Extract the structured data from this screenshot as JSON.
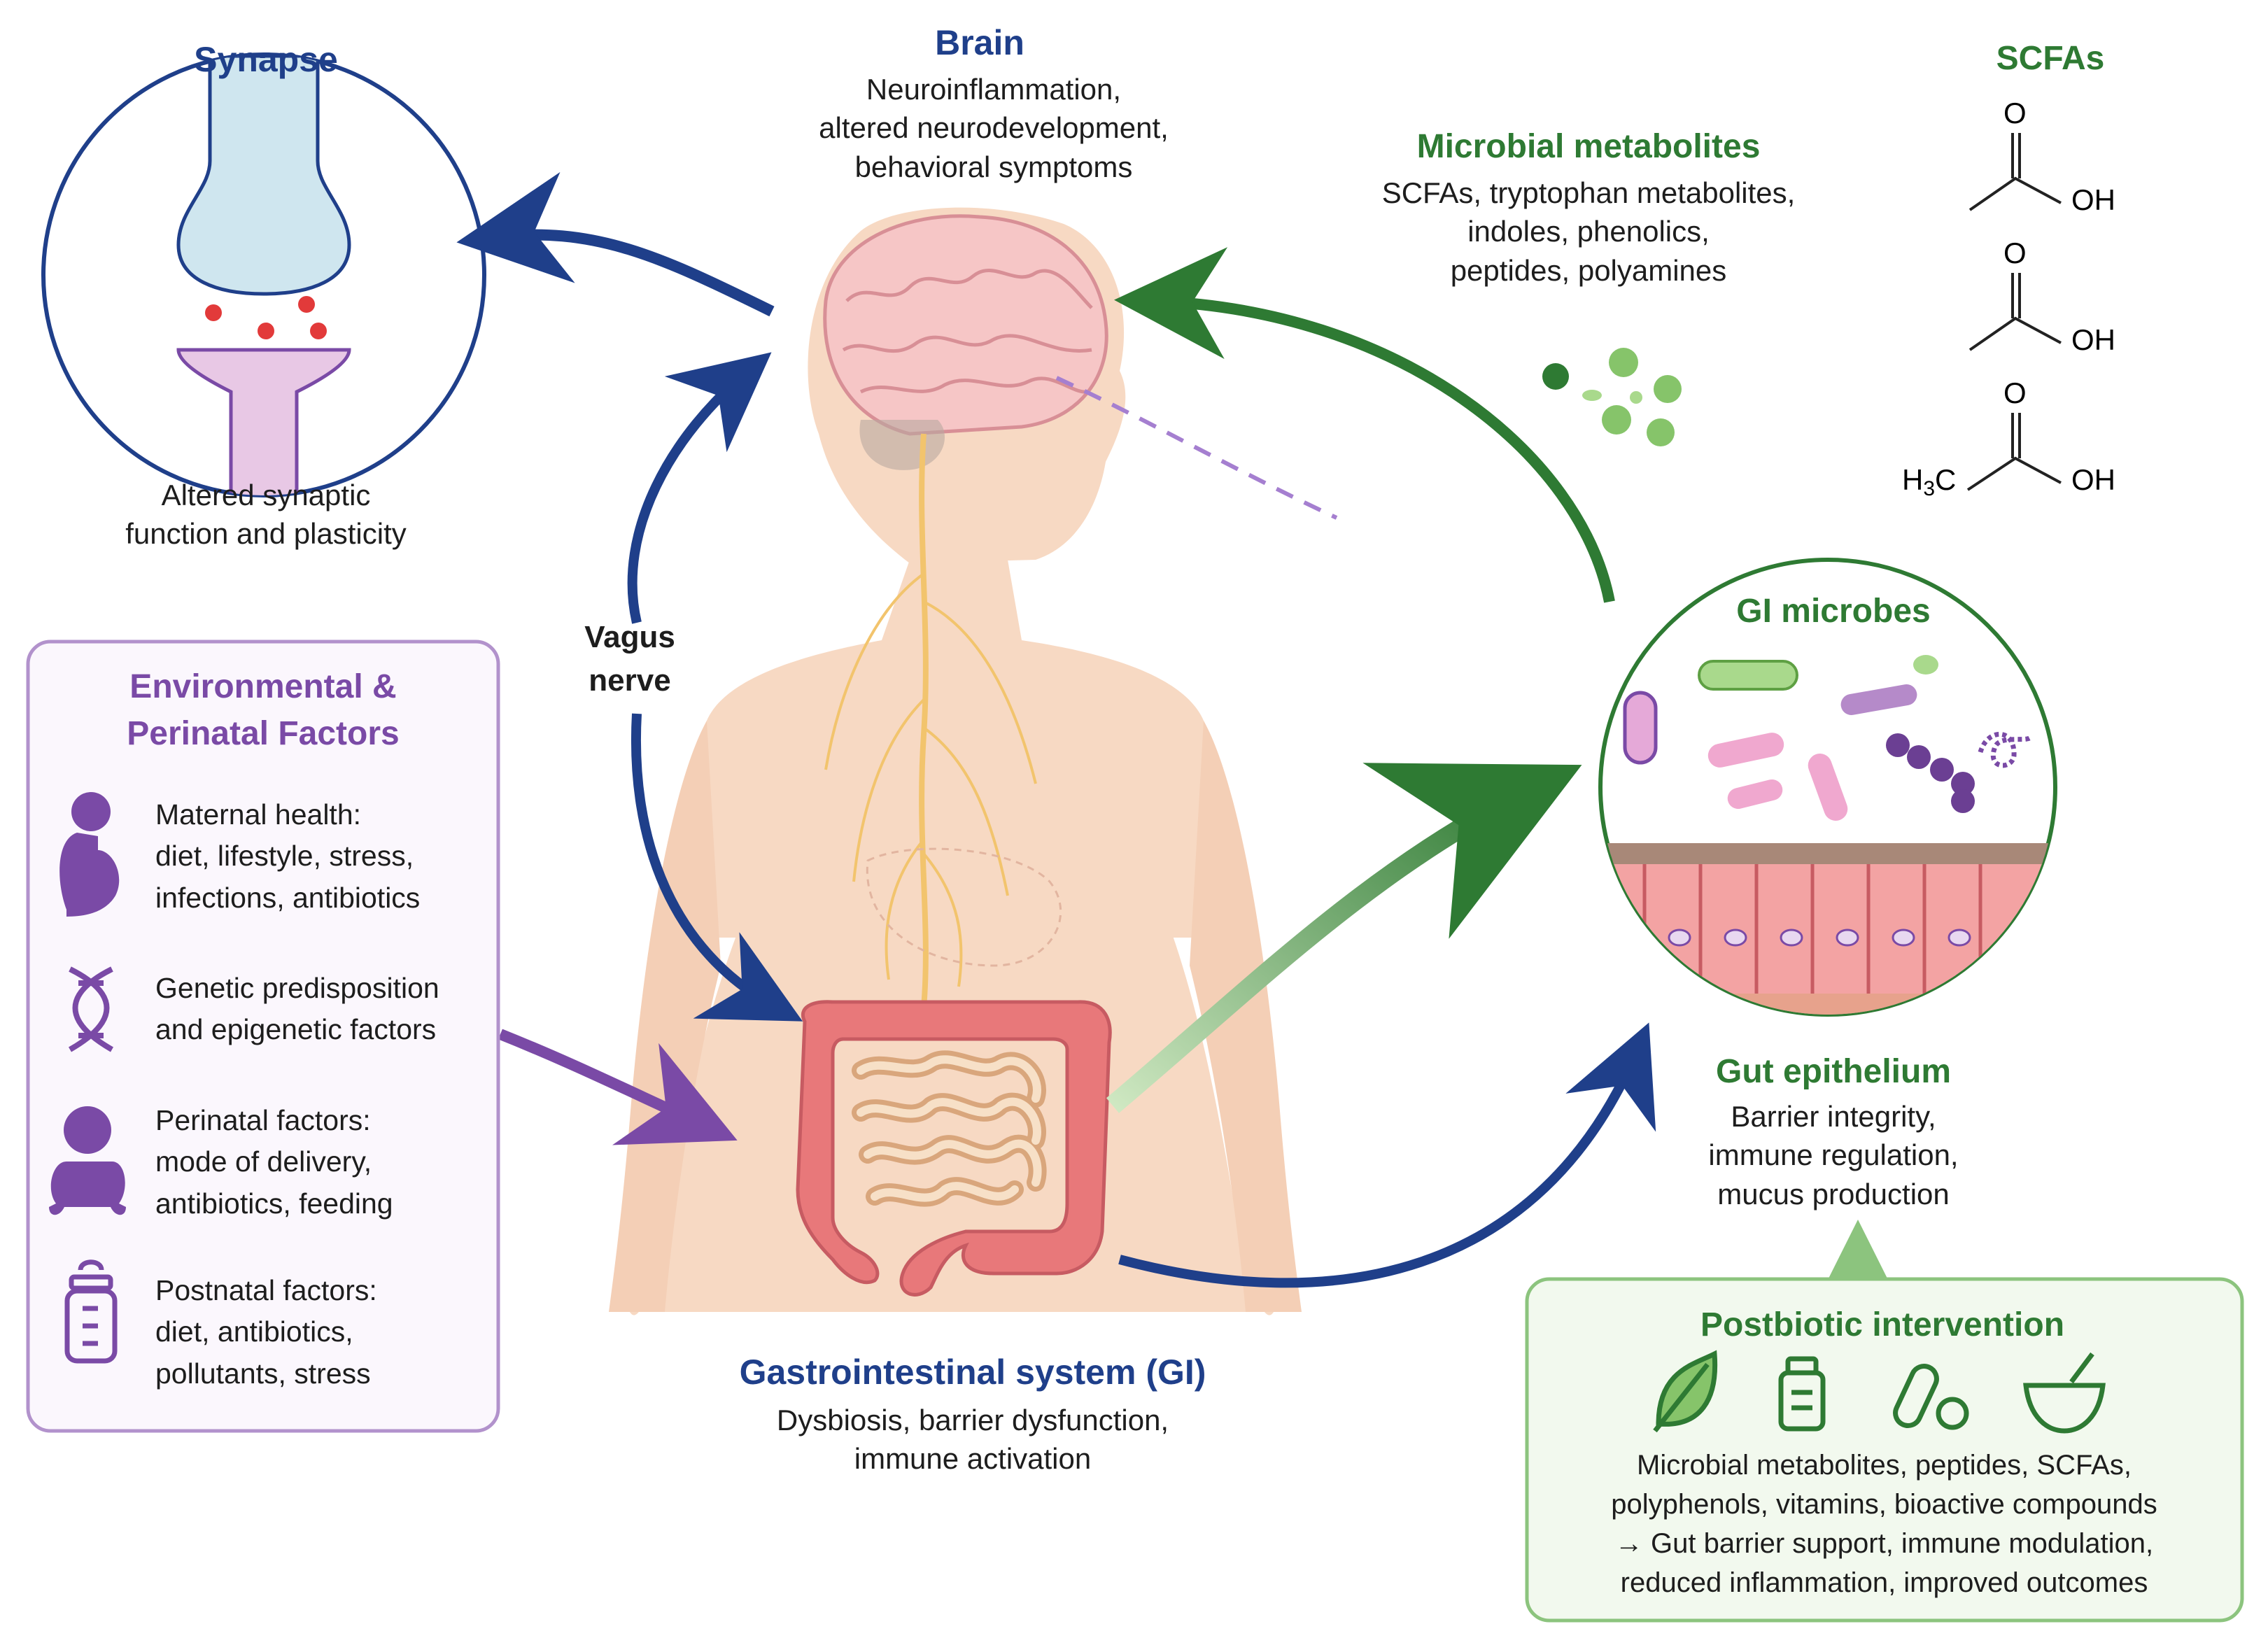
{
  "brain": {
    "title": "Brain",
    "lines": [
      "Neuroinflammation,",
      "altered neurodevelopment,",
      "behavioral symptoms"
    ]
  },
  "synapse": {
    "title": "Synapse",
    "lines": [
      "Altered synaptic",
      "function and plasticity"
    ]
  },
  "metabolites": {
    "title": "Microbial metabolites",
    "lines": [
      "SCFAs, tryptophan metabolites,",
      "indoles, phenolics,",
      "peptides, polyamines"
    ]
  },
  "scfas": {
    "title": "SCFAs",
    "o_label": "O",
    "oh_label": "OH",
    "h3c_label": "H",
    "h3c_sub": "3",
    "h3c_c": "C"
  },
  "vagus": {
    "lines": [
      "Vagus",
      "nerve"
    ]
  },
  "environment": {
    "title_lines": [
      "Environmental &",
      "Perinatal Factors"
    ],
    "items": [
      {
        "icon": "pregnant-woman-icon",
        "lines": [
          "Maternal health:",
          "diet, lifestyle, stress,",
          "infections, antibiotics"
        ]
      },
      {
        "icon": "dna-icon",
        "lines": [
          "Genetic predisposition",
          "and epigenetic factors"
        ]
      },
      {
        "icon": "baby-icon",
        "lines": [
          "Perinatal factors:",
          "mode of delivery,",
          "antibiotics, feeding"
        ]
      },
      {
        "icon": "baby-bottle-icon",
        "lines": [
          "Postnatal factors:",
          "diet, antibiotics,",
          "pollutants, stress"
        ]
      }
    ]
  },
  "gi_microbes": {
    "title": "GI microbes"
  },
  "gut_epithelium": {
    "title": "Gut epithelium",
    "lines": [
      "Barrier integrity,",
      "immune regulation,",
      "mucus production"
    ]
  },
  "gi_system": {
    "title": "Gastrointestinal system (GI)",
    "lines": [
      "Dysbiosis, barrier dysfunction,",
      "immune activation"
    ]
  },
  "postbiotic": {
    "title": "Postbiotic intervention",
    "icons": [
      "leaf-icon",
      "supplement-bottle-icon",
      "capsule-icon",
      "mortar-pestle-icon"
    ],
    "lines": [
      "Microbial metabolites, peptides, SCFAs,",
      "polyphenols, vitamins, bioactive compounds",
      "→ Gut barrier support, immune modulation,",
      "reduced inflammation, improved outcomes"
    ]
  },
  "colors": {
    "blue": "#1f3f8a",
    "green": "#2e7a33",
    "purple": "#7a4aa6",
    "skin": "#f7d9c3",
    "intestine": "#e8787a"
  }
}
